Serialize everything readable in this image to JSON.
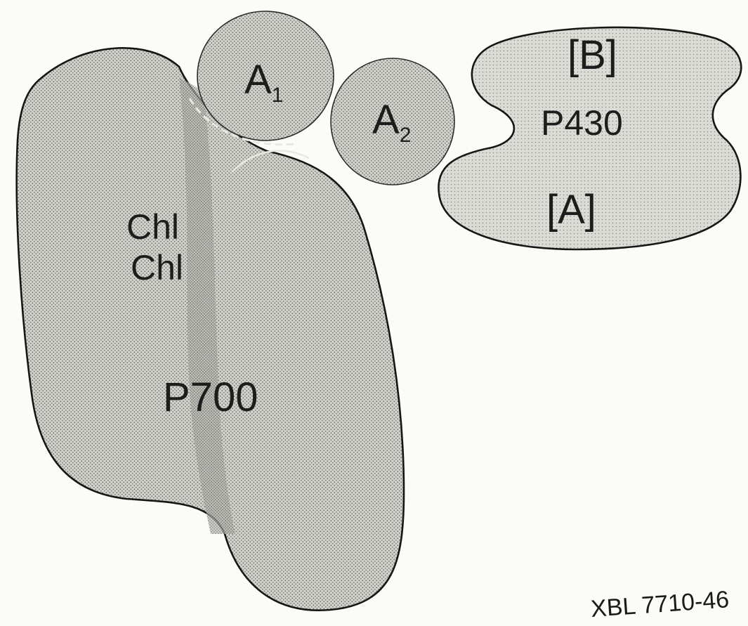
{
  "labels": {
    "a1_base": "A",
    "a1_sub": "1",
    "a2_base": "A",
    "a2_sub": "2",
    "b_bracket": "[B]",
    "p430": "P430",
    "a_bracket": "[A]",
    "chl_1": "Chl",
    "chl_2": "Chl",
    "p700": "P700",
    "figure_code": "XBL 7710-46"
  },
  "colors": {
    "background": "#fbfbf8",
    "stipple_fill": "#c9c9c4",
    "outline": "#161616"
  }
}
